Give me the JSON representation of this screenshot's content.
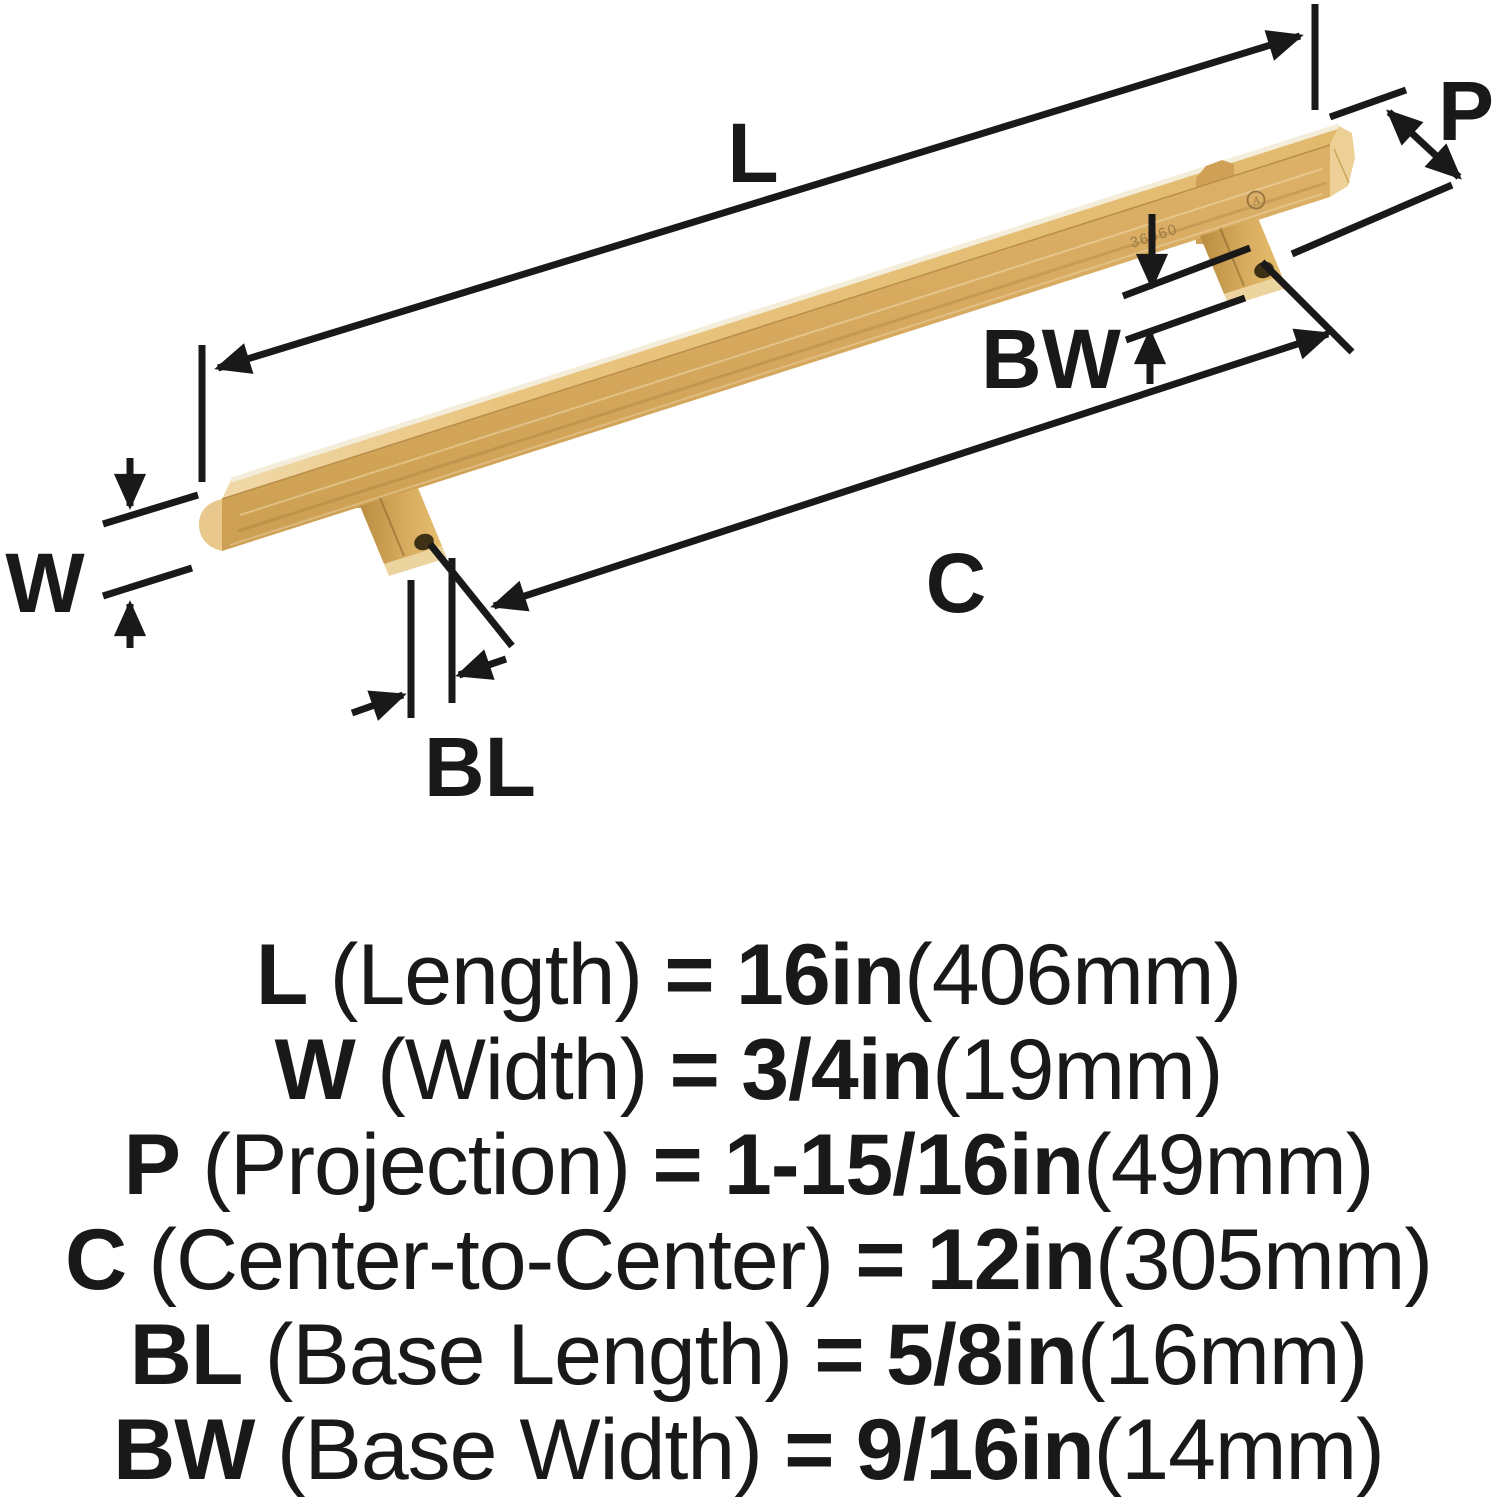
{
  "diagram": {
    "dimension_labels": {
      "length": "L",
      "width": "W",
      "projection": "P",
      "center_to_center": "C",
      "base_length": "BL",
      "base_width": "BW"
    },
    "part_engraving": "36960",
    "logo_monogram": "A",
    "colors": {
      "dimension_line": "#191919",
      "brass_top": "#e9c47e",
      "brass_front": "#d5a75a",
      "brass_light": "#eed7a4",
      "brass_dark": "#bf9245",
      "hole": "#3d3015",
      "engraving": "#9b7c45"
    }
  },
  "legend": {
    "equals": "=",
    "rows": [
      {
        "symbol": "L",
        "name": "(Length)",
        "value": "16in",
        "metric": "(406mm)"
      },
      {
        "symbol": "W",
        "name": "(Width)",
        "value": "3/4in",
        "metric": "(19mm)"
      },
      {
        "symbol": "P",
        "name": "(Projection)",
        "value": "1-15/16in",
        "metric": "(49mm)"
      },
      {
        "symbol": "C",
        "name": "(Center-to-Center)",
        "value": "12in",
        "metric": "(305mm)"
      },
      {
        "symbol": "BL",
        "name": "(Base Length)",
        "value": "5/8in",
        "metric": "(16mm)"
      },
      {
        "symbol": "BW",
        "name": "(Base Width)",
        "value": "9/16in",
        "metric": "(14mm)"
      }
    ]
  }
}
